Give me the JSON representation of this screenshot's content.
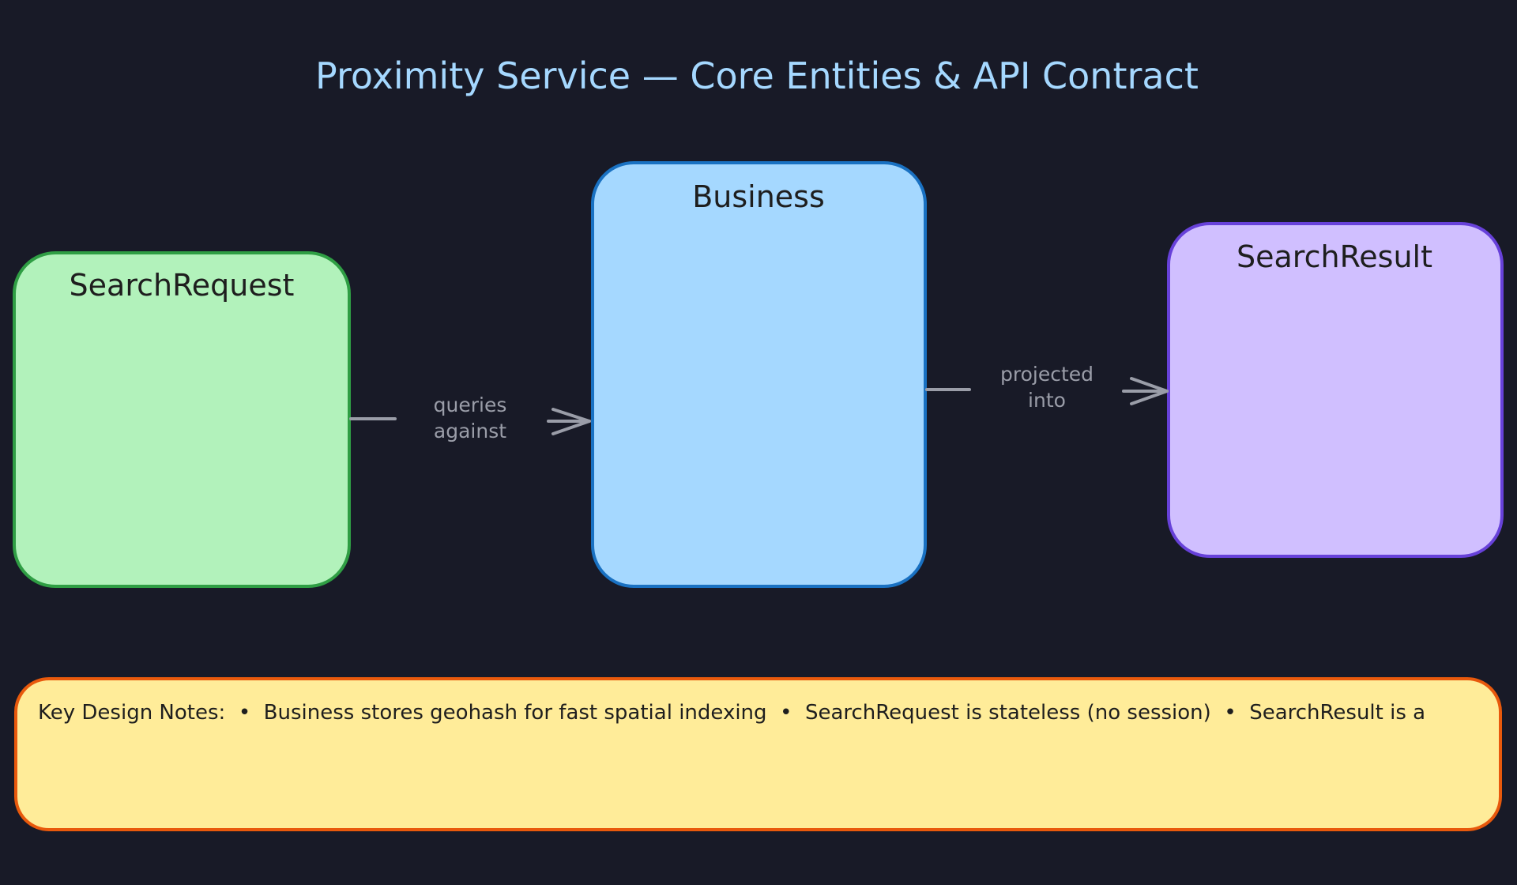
{
  "title": "Proximity Service — Core Entities & API Contract",
  "entities": [
    {
      "id": "search-request",
      "label": "SearchRequest",
      "fill": "#b2f2bb",
      "stroke": "#2f9e44"
    },
    {
      "id": "business",
      "label": "Business",
      "fill": "#a5d8ff",
      "stroke": "#1971c2"
    },
    {
      "id": "search-result",
      "label": "SearchResult",
      "fill": "#d0bfff",
      "stroke": "#6741d9"
    }
  ],
  "edges": [
    {
      "from": "SearchRequest",
      "to": "Business",
      "label_lines": [
        "queries",
        "against"
      ]
    },
    {
      "from": "Business",
      "to": "SearchResult",
      "label_lines": [
        "projected",
        "into"
      ]
    }
  ],
  "notes": {
    "text": "Key Design Notes:  •  Business stores geohash for fast spatial indexing  •  SearchRequest is stateless (no session)  •  SearchResult is a",
    "fill": "#ffec99",
    "stroke": "#e8590c"
  },
  "colors": {
    "background": "#181a27",
    "title": "#a5d8ff",
    "edge": "#9a9da8"
  }
}
